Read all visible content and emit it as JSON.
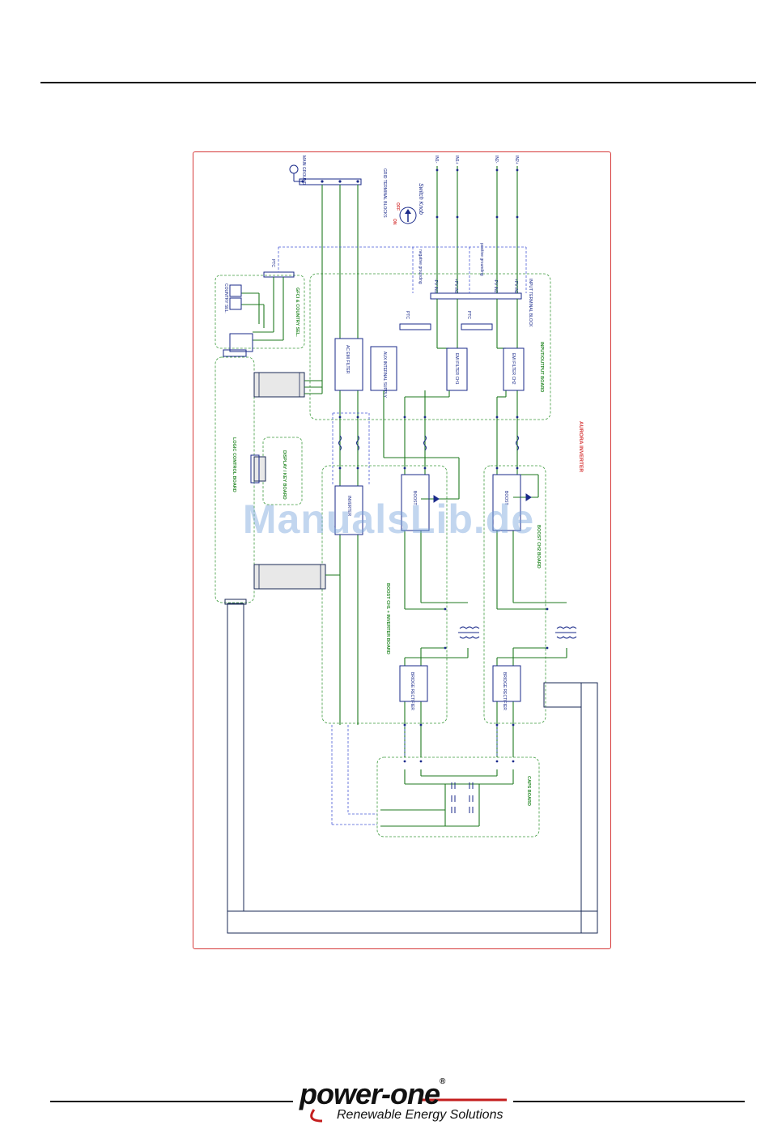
{
  "diagram": {
    "boards": {
      "logic_control": "LOGIC CONTROL BOARD",
      "display_key": "DISPLAY / KEY BOARD",
      "gfci_country": "GFCI & COUNTRY SEL.",
      "country_sel": "COUNTRY SEL.",
      "input_output": "INPUT/OUTPUT BOARD",
      "boost_ch1_inverter": "BOOST CH1 + INVERTER BOARD",
      "boost_ch2": "BOOST CH2 BOARD",
      "caps": "CAPS BOARD",
      "aurora": "AURORA INVERTER"
    },
    "blocks": {
      "ac_emi_filter": "AC EMI FILTER",
      "aux_supply": "AUX INTERNAL SUPPLY",
      "emi_filter_ch1": "EMI FILTER CH1",
      "emi_filter_ch2": "EMI FILTER CH2",
      "inverter": "INVERTER",
      "boost_1": "BOOST",
      "boost_2": "BOOST",
      "bridge_rectifier_1": "BRIDGE RECTIFIER",
      "bridge_rectifier_2": "BRIDGE RECTIFIER"
    },
    "labels": {
      "grid_terminal_blocks": "GRID TERMINAL BLOCKS",
      "input_terminal_block": "INPUT TERMINAL BLOCK",
      "switch_knob": "Switch Knob",
      "off": "OFF",
      "on": "ON",
      "negative_grounding": "negative grounding",
      "positive_grounding": "positive grounding",
      "main_ground": "MAIN GROUND",
      "in1_neg": "IN1-",
      "in1_pos": "IN1+",
      "in2_neg": "IN2-",
      "in2_pos": "IN2+",
      "pv_in1_neg": "-PV IN1",
      "pv_in1_pos": "+PV IN1",
      "pv_in2_neg": "-PV IN2",
      "pv_in2_pos": "+PV IN2",
      "ptc": "PTC"
    },
    "colors": {
      "wire": "#1f7a1f",
      "component": "#1a2a8a",
      "dashed": "#4a5bd6",
      "board_outline": "#3c9a3c",
      "frame": "#d63a3a",
      "label_green": "#2a8a2a"
    }
  },
  "watermark": "ManualsLib.de",
  "logo": {
    "name": "power-one",
    "tagline": "Renewable Energy Solutions"
  }
}
